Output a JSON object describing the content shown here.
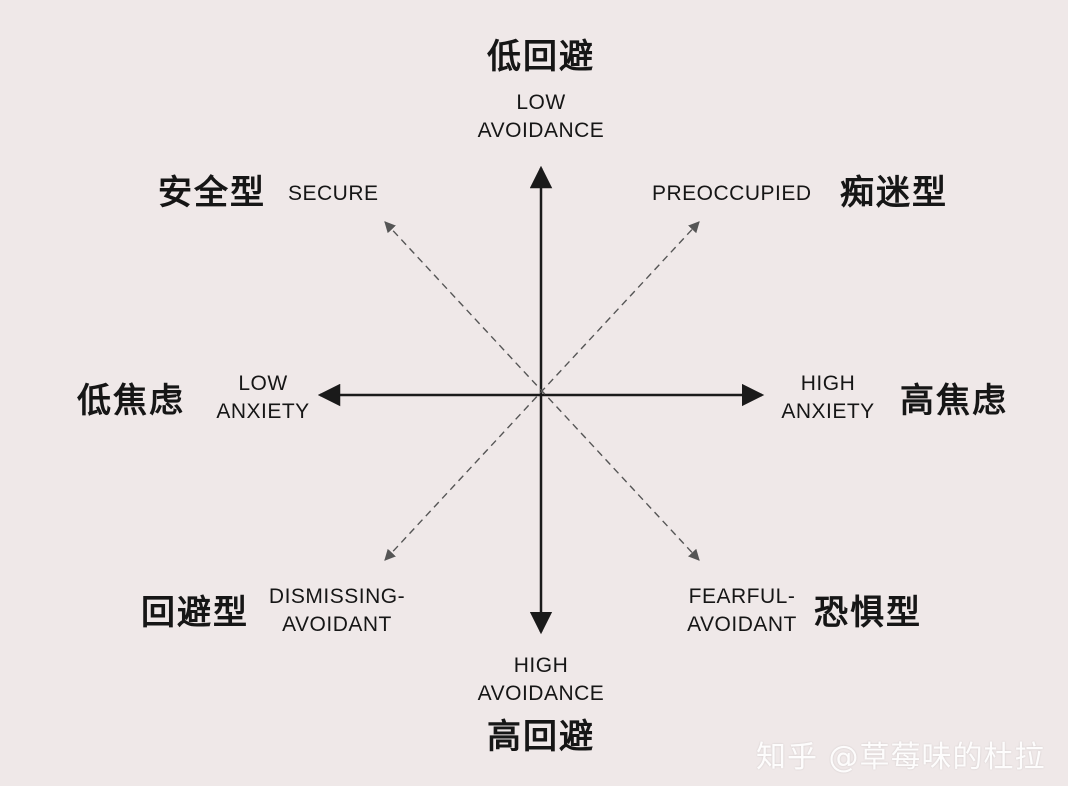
{
  "axes": {
    "top": {
      "zh": "低回避",
      "en_line1": "LOW",
      "en_line2": "AVOIDANCE"
    },
    "bottom": {
      "zh": "高回避",
      "en_line1": "HIGH",
      "en_line2": "AVOIDANCE"
    },
    "left": {
      "zh": "低焦虑",
      "en_line1": "LOW",
      "en_line2": "ANXIETY"
    },
    "right": {
      "zh": "高焦虑",
      "en_line1": "HIGH",
      "en_line2": "ANXIETY"
    }
  },
  "quadrants": {
    "top_left": {
      "zh": "安全型",
      "en": "SECURE"
    },
    "top_right": {
      "zh": "痴迷型",
      "en": "PREOCCUPIED"
    },
    "bottom_left": {
      "zh": "回避型",
      "en_line1": "DISMISSING-",
      "en_line2": "AVOIDANT"
    },
    "bottom_right": {
      "zh": "恐惧型",
      "en_line1": "FEARFUL-",
      "en_line2": "AVOIDANT"
    }
  },
  "watermark": "知乎 @草莓味的杜拉",
  "colors": {
    "background": "#efe8e8",
    "line": "#1a1a1a",
    "dashed": "#555555",
    "text": "#161616"
  }
}
